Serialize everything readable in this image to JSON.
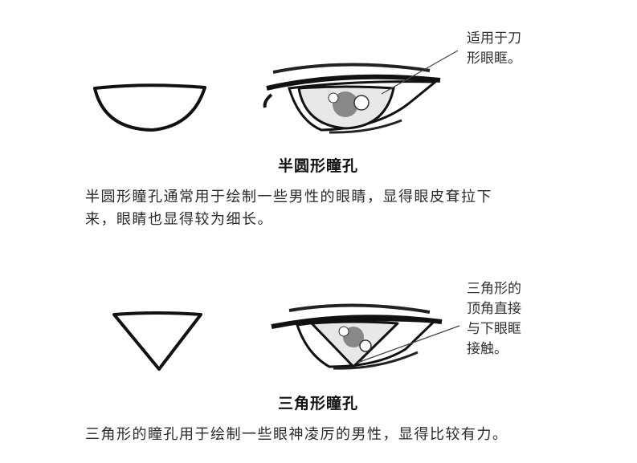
{
  "section1": {
    "callout": [
      "适用于刀",
      "形眼眶。"
    ],
    "title": "半圆形瞳孔",
    "body": [
      "半圆形瞳孔通常用于绘制一些男性的眼睛，显得眼皮耷拉下",
      "来，眼睛也显得较为细长。"
    ]
  },
  "section2": {
    "callout": [
      "三角形的",
      "顶角直接",
      "与下眼眶",
      "接触。"
    ],
    "title": "三角形瞳孔",
    "body": [
      "三角形的瞳孔用于绘制一些眼神凌厉的男性，显得比较有力。"
    ]
  }
}
